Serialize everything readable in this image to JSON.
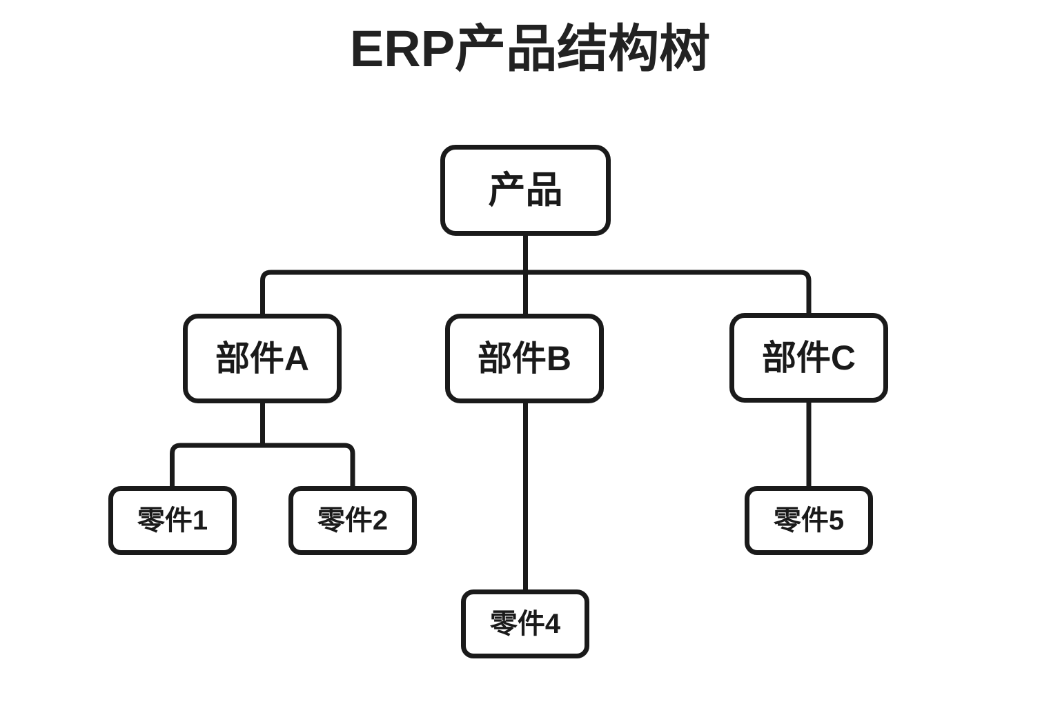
{
  "title": "ERP产品结构树",
  "canvas": {
    "background_color": "#ffffff",
    "stroke_color": "#1a1a1a",
    "stroke_width": 7
  },
  "tree": {
    "root": {
      "id": "product",
      "label": "产品",
      "level": 0
    },
    "assemblies": [
      {
        "id": "part-a",
        "label": "部件A",
        "level": 1
      },
      {
        "id": "part-b",
        "label": "部件B",
        "level": 1
      },
      {
        "id": "part-c",
        "label": "部件C",
        "level": 1
      }
    ],
    "parts": [
      {
        "id": "item-1",
        "label": "零件1",
        "level": 2,
        "parent": "part-a"
      },
      {
        "id": "item-2",
        "label": "零件2",
        "level": 2,
        "parent": "part-a"
      },
      {
        "id": "item-4",
        "label": "零件4",
        "level": 2,
        "parent": "part-b"
      },
      {
        "id": "item-5",
        "label": "零件5",
        "level": 2,
        "parent": "part-c"
      }
    ],
    "edges": [
      {
        "from": "product",
        "to": "part-a"
      },
      {
        "from": "product",
        "to": "part-b"
      },
      {
        "from": "product",
        "to": "part-c"
      },
      {
        "from": "part-a",
        "to": "item-1"
      },
      {
        "from": "part-a",
        "to": "item-2"
      },
      {
        "from": "part-b",
        "to": "item-4"
      },
      {
        "from": "part-c",
        "to": "item-5"
      }
    ]
  }
}
